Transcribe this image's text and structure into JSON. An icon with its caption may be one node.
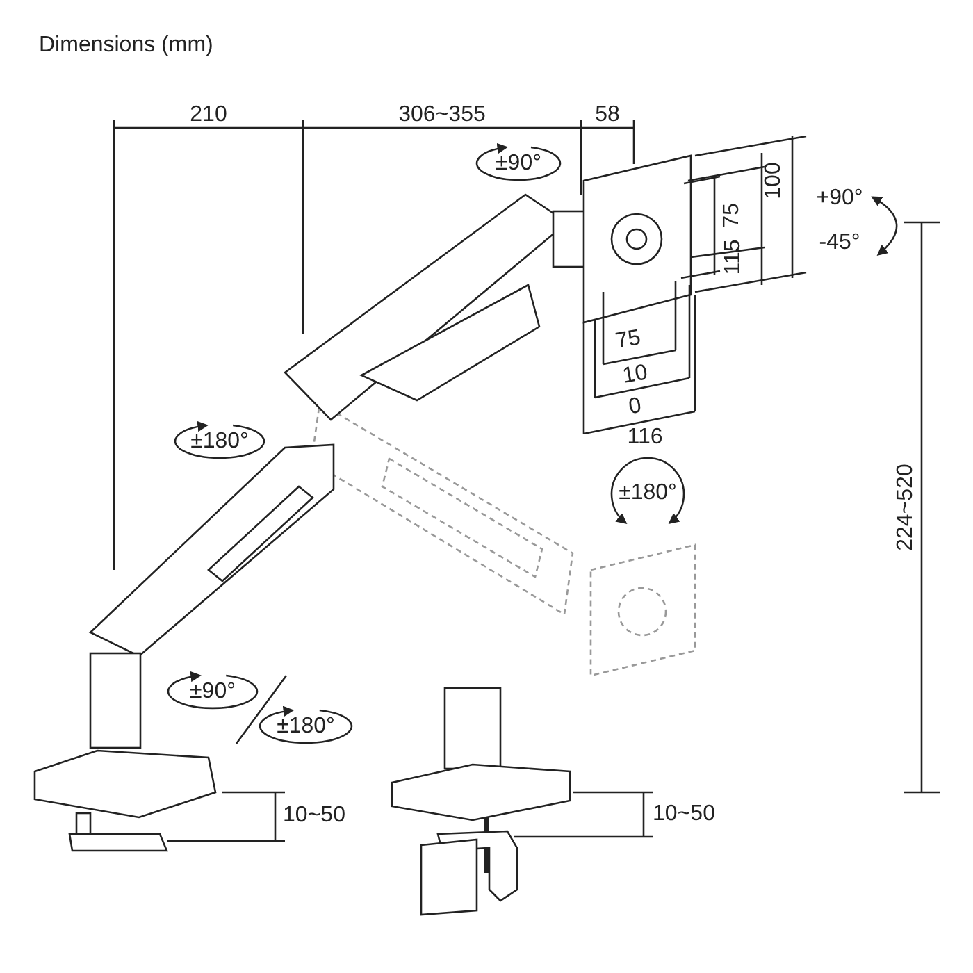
{
  "diagram": {
    "title": "Dimensions (mm)",
    "labels": [
      "210",
      "306~355",
      "58",
      "±90°",
      "75",
      "100",
      "115",
      "+90°",
      "-45°",
      "75",
      "10",
      "0",
      "116",
      "±180°",
      "±180°",
      "224~520",
      "±90°",
      "±180°",
      "10~50",
      "10~50"
    ]
  }
}
